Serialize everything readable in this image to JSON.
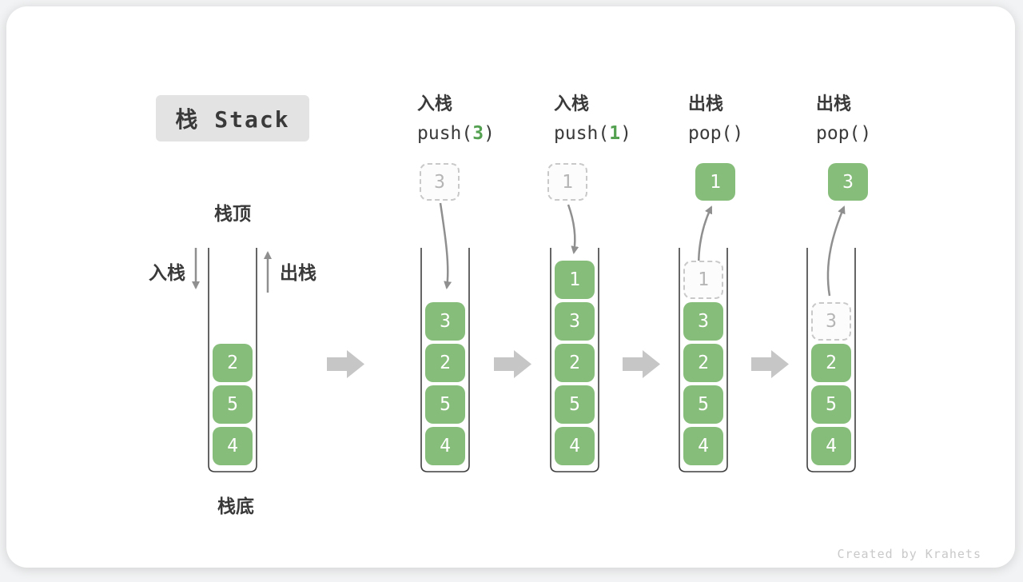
{
  "title": "栈 Stack",
  "legend": {
    "stack_top": "栈顶",
    "stack_bottom": "栈底",
    "push_label": "入栈",
    "pop_label": "出栈"
  },
  "footer": "Created by Krahets",
  "colors": {
    "green": "#87bd7b",
    "green_dark": "#55a152",
    "ink": "#3a3a3a",
    "box_bg": "#e3e3e3",
    "line": "#3f3f3f",
    "arrow": "#8f8f8f",
    "block_arrow": "#c6c6c6",
    "dashed_border": "#c9c9c9",
    "muted_text": "#b5b5b5"
  },
  "columns": [
    {
      "stack": [
        {
          "value": "2",
          "variant": "green"
        },
        {
          "value": "5",
          "variant": "green"
        },
        {
          "value": "4",
          "variant": "green"
        }
      ]
    },
    {
      "header": {
        "op": "入栈",
        "code_pre": "push(",
        "code_arg": "3",
        "code_post": ")"
      },
      "floating": {
        "value": "3",
        "variant": "dashed"
      },
      "arrow": "in",
      "stack": [
        {
          "value": "3",
          "variant": "green"
        },
        {
          "value": "2",
          "variant": "green"
        },
        {
          "value": "5",
          "variant": "green"
        },
        {
          "value": "4",
          "variant": "green"
        }
      ]
    },
    {
      "header": {
        "op": "入栈",
        "code_pre": "push(",
        "code_arg": "1",
        "code_post": ")"
      },
      "floating": {
        "value": "1",
        "variant": "dashed"
      },
      "arrow": "in",
      "stack": [
        {
          "value": "1",
          "variant": "green"
        },
        {
          "value": "3",
          "variant": "green"
        },
        {
          "value": "2",
          "variant": "green"
        },
        {
          "value": "5",
          "variant": "green"
        },
        {
          "value": "4",
          "variant": "green"
        }
      ]
    },
    {
      "header": {
        "op": "出栈",
        "code_pre": "pop()",
        "code_arg": "",
        "code_post": ""
      },
      "floating": {
        "value": "1",
        "variant": "green"
      },
      "arrow": "out",
      "stack": [
        {
          "value": "1",
          "variant": "dashed"
        },
        {
          "value": "3",
          "variant": "green"
        },
        {
          "value": "2",
          "variant": "green"
        },
        {
          "value": "5",
          "variant": "green"
        },
        {
          "value": "4",
          "variant": "green"
        }
      ]
    },
    {
      "header": {
        "op": "出栈",
        "code_pre": "pop()",
        "code_arg": "",
        "code_post": ""
      },
      "floating": {
        "value": "3",
        "variant": "green"
      },
      "arrow": "out",
      "stack": [
        {
          "value": "3",
          "variant": "dashed"
        },
        {
          "value": "2",
          "variant": "green"
        },
        {
          "value": "5",
          "variant": "green"
        },
        {
          "value": "4",
          "variant": "green"
        }
      ]
    }
  ]
}
